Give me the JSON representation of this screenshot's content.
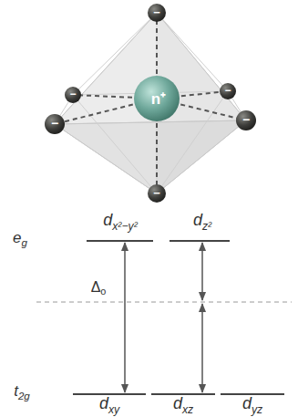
{
  "diagram": {
    "labels": [
      "n⁺",
      "−",
      "−",
      "−",
      "−",
      "−",
      "−",
      "eg",
      "dx²−y²",
      "dz²",
      "Δo",
      "t2g",
      "dxy",
      "dxz",
      "dyz"
    ]
  }
}
